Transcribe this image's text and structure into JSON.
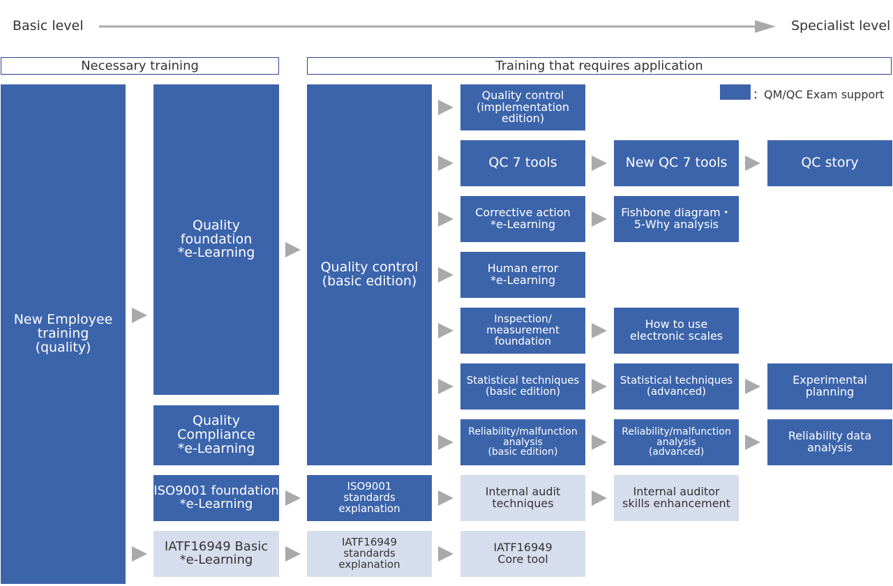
{
  "header": {
    "basic_label": "Basic level",
    "specialist_label": "Specialist level",
    "arrow_color": "#a9a9a9"
  },
  "sections": {
    "necessary": "Necessary training",
    "application": "Training that requires application"
  },
  "legend": {
    "label": "：QM/QC Exam support",
    "swatch_color": "#3c64ab"
  },
  "colors": {
    "exam_support_box": "#3c64ab",
    "other_box": "#d6deed",
    "section_border": "#2c3f8e"
  },
  "boxes": {
    "new_employee": "New Employee\ntraining\n(quality)",
    "quality_foundation": "Quality\nfoundation\n*e-Learning",
    "quality_compliance": "Quality\nCompliance\n*e-Learning",
    "iso9001_foundation": "ISO9001 foundation\n*e-Learning",
    "iatf16949_basic": "IATF16949 Basic\n*e-Learning",
    "qc_basic": "Quality control\n(basic edition)",
    "iso9001_standards": "ISO9001\nstandards\nexplanation",
    "iatf16949_standards": "IATF16949\nstandards\nexplanation",
    "qc_implementation": "Quality control\n(implementation\nedition)",
    "qc7_tools": "QC 7 tools",
    "new_qc7_tools": "New QC 7 tools",
    "qc_story": "QC story",
    "corrective_action": "Corrective action\n*e-Learning",
    "fishbone": "Fishbone diagram・\n5-Why analysis",
    "human_error": "Human error\n*e-Learning",
    "inspection": "Inspection/\nmeasurement\nfoundation",
    "electronic_scales": "How to use\nelectronic scales",
    "stat_basic": "Statistical techniques\n(basic edition)",
    "stat_advanced": "Statistical techniques\n(advanced)",
    "experimental_planning": "Experimental\nplanning",
    "reliability_basic": "Reliability/malfunction\nanalysis\n(basic edition)",
    "reliability_advanced": "Reliability/malfunction\nanalysis\n(advanced)",
    "reliability_data": "Reliability data\nanalysis",
    "internal_audit_tech": "Internal audit\ntechniques",
    "internal_auditor_skills": "Internal auditor\nskills enhancement",
    "iatf_core_tool": "IATF16949\nCore tool"
  }
}
